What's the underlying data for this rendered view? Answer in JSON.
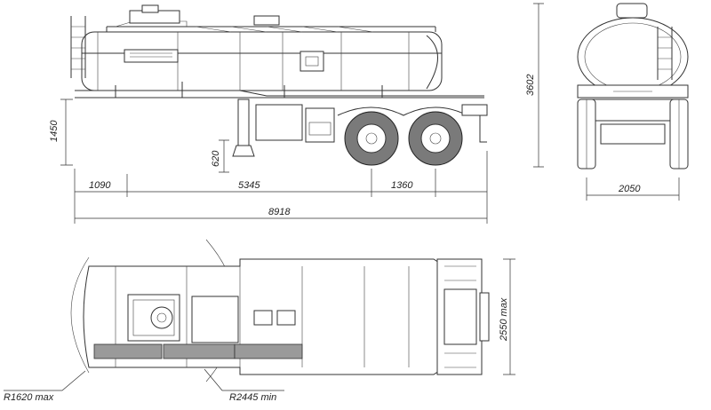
{
  "dimensions": {
    "front_overhang": "1090",
    "axle_spacing": "5345",
    "rear_spacing": "1360",
    "total_length": "8918",
    "height_hitch": "1450",
    "height_leg": "620",
    "total_height": "3602",
    "track_width": "2050",
    "width_max": "2550 max",
    "radius_front": "R1620 max",
    "radius_rear": "R2445 min"
  }
}
